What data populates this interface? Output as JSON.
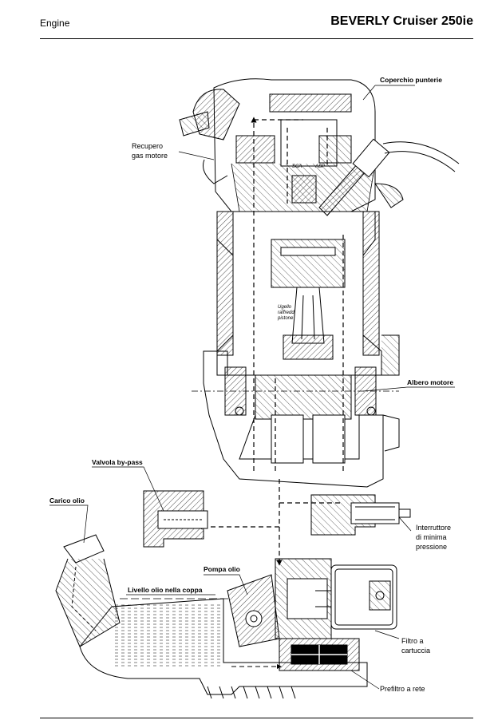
{
  "header": {
    "section": "Engine",
    "title": "BEVERLY Cruiser 250ie"
  },
  "diagram": {
    "labels": {
      "coperchio_punterie": "Coperchio punterie",
      "recupero_line1": "Recupero",
      "recupero_line2": "gas motore",
      "albero_motore": "Albero motore",
      "valvola_bypass": "Valvola by-pass",
      "carico_olio": "Carico olio",
      "interruttore_line1": "Interruttore",
      "interruttore_line2": "di minima",
      "interruttore_line3": "pressione",
      "pompa_olio": "Pompa olio",
      "livello_olio": "Livello olio nella coppa",
      "filtro_line1": "Filtro a",
      "filtro_line2": "cartuccia",
      "prefiltro": "Prefiltro a rete",
      "ugello_line1": "Ugello",
      "ugello_line2": "raffredd.",
      "ugello_line3": "pistone",
      "sca": "SCA",
      "asp": "ASP"
    }
  }
}
